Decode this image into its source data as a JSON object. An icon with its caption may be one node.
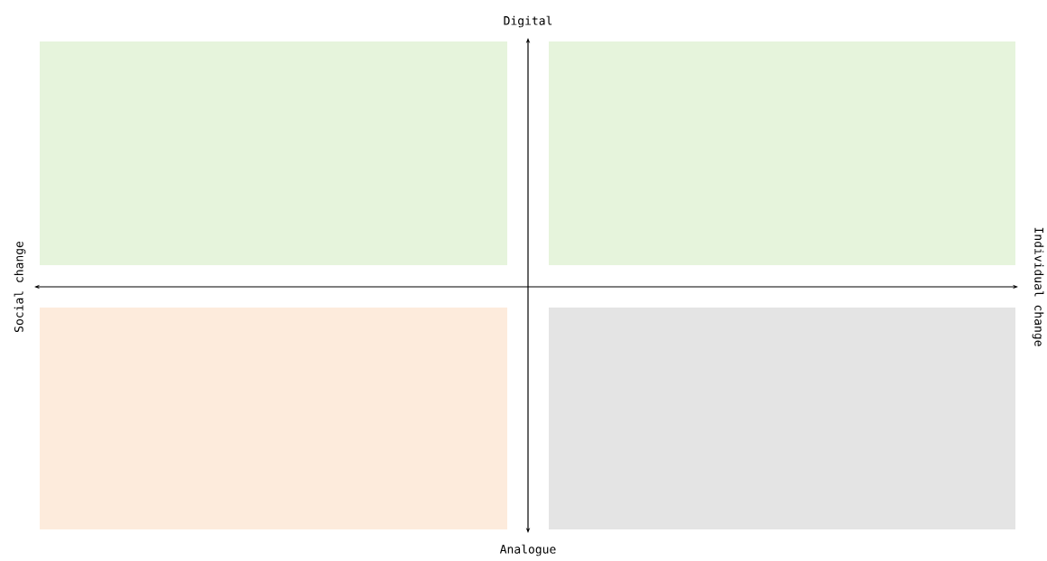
{
  "diagram": {
    "nodes": [
      {
        "text": [],
        "shape": "box"
      },
      {
        "text": [],
        "shape": "box"
      },
      {
        "text": [],
        "shape": "box"
      },
      {
        "text": [],
        "shape": "box"
      }
    ],
    "labels": [
      "Digital",
      "Social change",
      "Individual change",
      "Analogue"
    ]
  }
}
